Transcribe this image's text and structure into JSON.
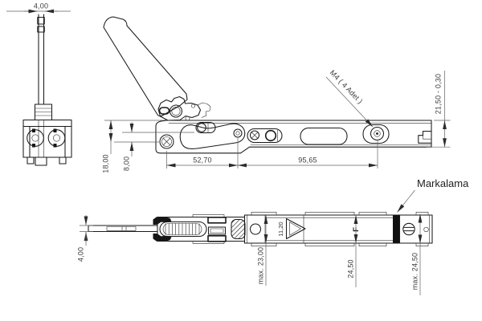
{
  "drawing": {
    "front_view": {
      "rod_width": "4,00"
    },
    "side_view": {
      "height_18": "18,00",
      "height_8": "8,00",
      "length_52": "52,70",
      "length_95": "95,65",
      "thread_note": "M4 ( 4 Adet )",
      "height_tolerance": "21,50 - 0,30"
    },
    "plan_view": {
      "rod_width": "4,00",
      "max_width_23": "max. 23,00",
      "width_24": "24,50",
      "max_width_24": "max. 24,50",
      "triangle_width": "11,20",
      "stamp_letter": "F",
      "marking_label": "Markalama"
    }
  }
}
